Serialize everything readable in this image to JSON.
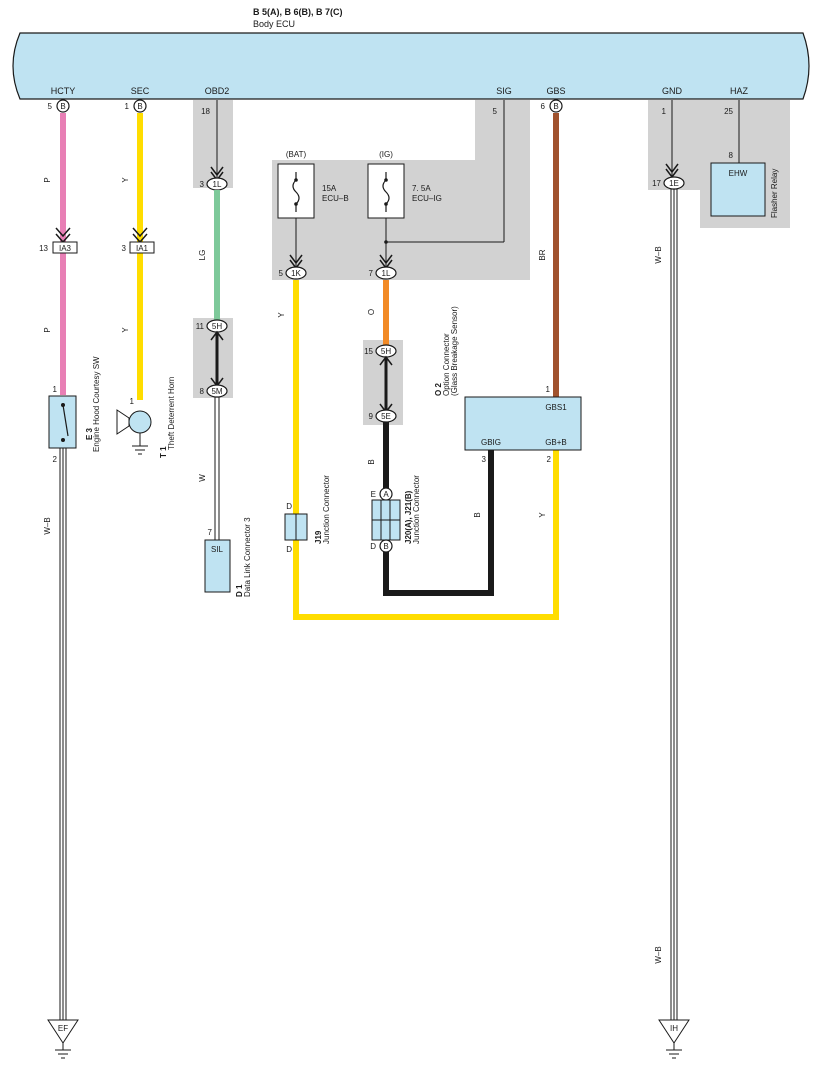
{
  "ecu": {
    "header_codes": "B 5(A), B 6(B), B 7(C)",
    "name": "Body ECU",
    "terminals": {
      "hcty": "HCTY",
      "sec": "SEC",
      "obd2": "OBD2",
      "sig": "SIG",
      "gbs": "GBS",
      "gnd": "GND",
      "haz": "HAZ"
    }
  },
  "pins": {
    "hcty": "5",
    "sec": "1",
    "obd2": "18",
    "sig": "5",
    "gbs": "6",
    "gnd": "1",
    "haz": "25",
    "hood_top": "1",
    "hood_bot": "2",
    "horn": "1",
    "dlc": "7",
    "gbs1": "1",
    "gbig": "3",
    "gbb": "2",
    "flasher": "8",
    "ia3": "13",
    "ia1": "3",
    "c1l_top": "3",
    "c5h_a": "11",
    "c5m": "8",
    "c1k": "5",
    "c1l_ig": "7",
    "c5h_b": "15",
    "c5e": "9",
    "c1e": "17"
  },
  "connectors": {
    "b": "B",
    "ia3": "IA3",
    "ia1": "IA1",
    "c1l": "1L",
    "c5h": "5H",
    "c5m": "5M",
    "c1k": "1K",
    "c5e": "5E",
    "c1e": "1E",
    "a": "A",
    "j19_d": "D"
  },
  "wires": {
    "p": "P",
    "y": "Y",
    "lg": "LG",
    "w": "W",
    "o": "O",
    "b": "B",
    "br": "BR",
    "wb": "W–B"
  },
  "fuses": {
    "bat_label": "(BAT)",
    "ig_label": "(IG)",
    "ecub_amp": "15A",
    "ecub_name": "ECU–B",
    "ecuig_amp": "7. 5A",
    "ecuig_name": "ECU–IG"
  },
  "components": {
    "hood": {
      "code": "E 3",
      "name": "Engine Hood Courtesy SW"
    },
    "horn": {
      "code": "T 1",
      "name": "Theft Deterrent Horn"
    },
    "dlc": {
      "code": "D 1",
      "name": "Data Link Connector 3",
      "inner": "SIL"
    },
    "j19": {
      "code": "J19",
      "name": "Junction Connector"
    },
    "j20": {
      "code": "J20(A), J21(B)",
      "name": "Junction Connector",
      "pin_e": "E",
      "pin_d": "D"
    },
    "option": {
      "code": "O 2",
      "name": "Option Connector",
      "sub": "(Glass Breakage Sensor)",
      "gbs1": "GBS1",
      "gbig": "GBIG",
      "gbb": "GB+B"
    },
    "flasher": {
      "name": "Flasher Relay",
      "inner": "EHW"
    }
  },
  "grounds": {
    "ef": "EF",
    "ih": "IH"
  },
  "colors": {
    "ecu_fill": "#bfe3f2",
    "gray_box": "#d2d2d2",
    "pink": "#e87fb5",
    "yellow": "#ffdd00",
    "light_green": "#7ec99a",
    "orange": "#f28a26",
    "brown": "#a0522d",
    "black": "#1a1a1a",
    "component_fill": "#bfe3f2"
  }
}
